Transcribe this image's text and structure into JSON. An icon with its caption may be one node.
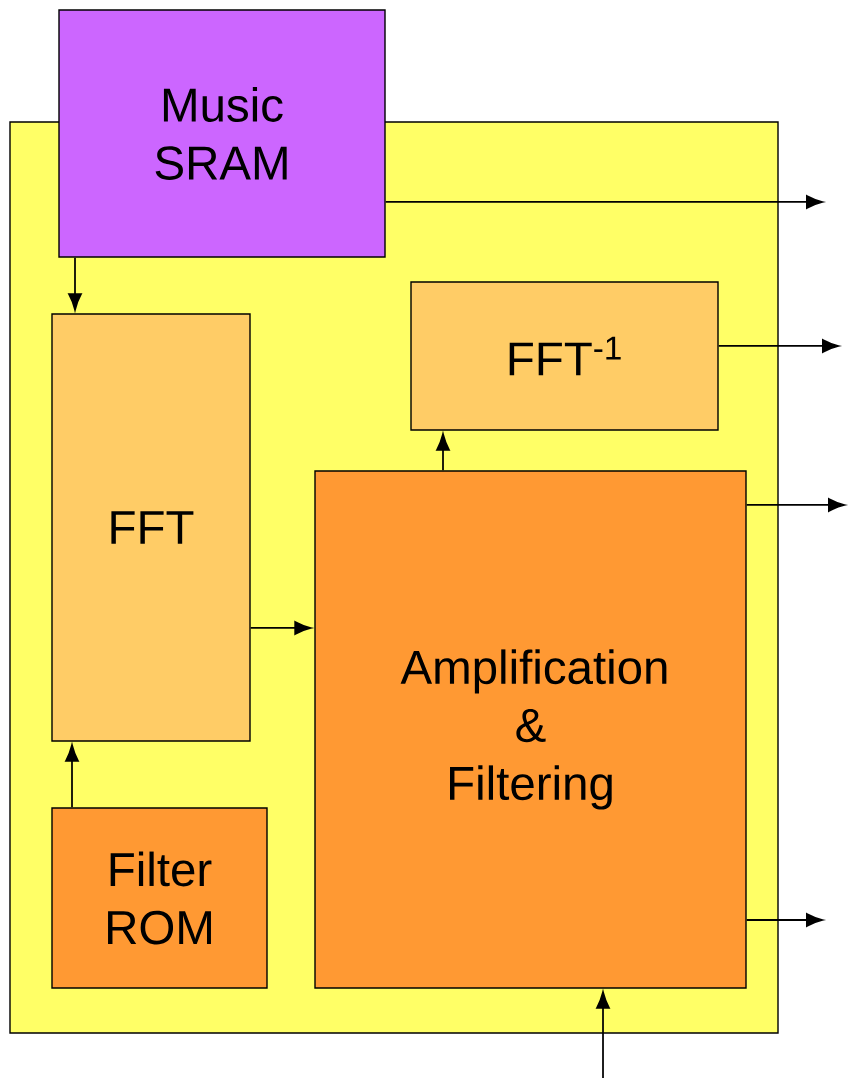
{
  "diagram": {
    "nodes": [
      {
        "text": [],
        "shape": "box"
      },
      {
        "text": [
          "Music SRAM"
        ]
      },
      {
        "text": [
          "FFT"
        ],
        "in": 0
      },
      {
        "text": [
          "FFT$^{-1}$"
        ],
        "in": 0
      },
      {
        "text": [
          "Amplification & Filtering"
        ],
        "in": 0
      },
      {
        "text": [
          "Filter ROM"
        ],
        "in": 0
      }
    ],
    "edges": [
      {
        "from": 1,
        "to": 2,
        "arrow": "to"
      },
      {
        "from": 1,
        "to": null,
        "arrow": "to"
      },
      {
        "from": 3,
        "to": null,
        "arrow": "to"
      },
      {
        "from": 4,
        "to": 3,
        "arrow": "to"
      },
      {
        "from": 4,
        "to": null,
        "arrow": "to"
      },
      {
        "from": 2,
        "to": 4,
        "arrow": "to"
      },
      {
        "from": 5,
        "to": 2,
        "arrow": "to"
      },
      {
        "from": 4,
        "to": null,
        "arrow": "to"
      },
      {
        "from": null,
        "to": 4,
        "arrow": "to"
      }
    ]
  }
}
